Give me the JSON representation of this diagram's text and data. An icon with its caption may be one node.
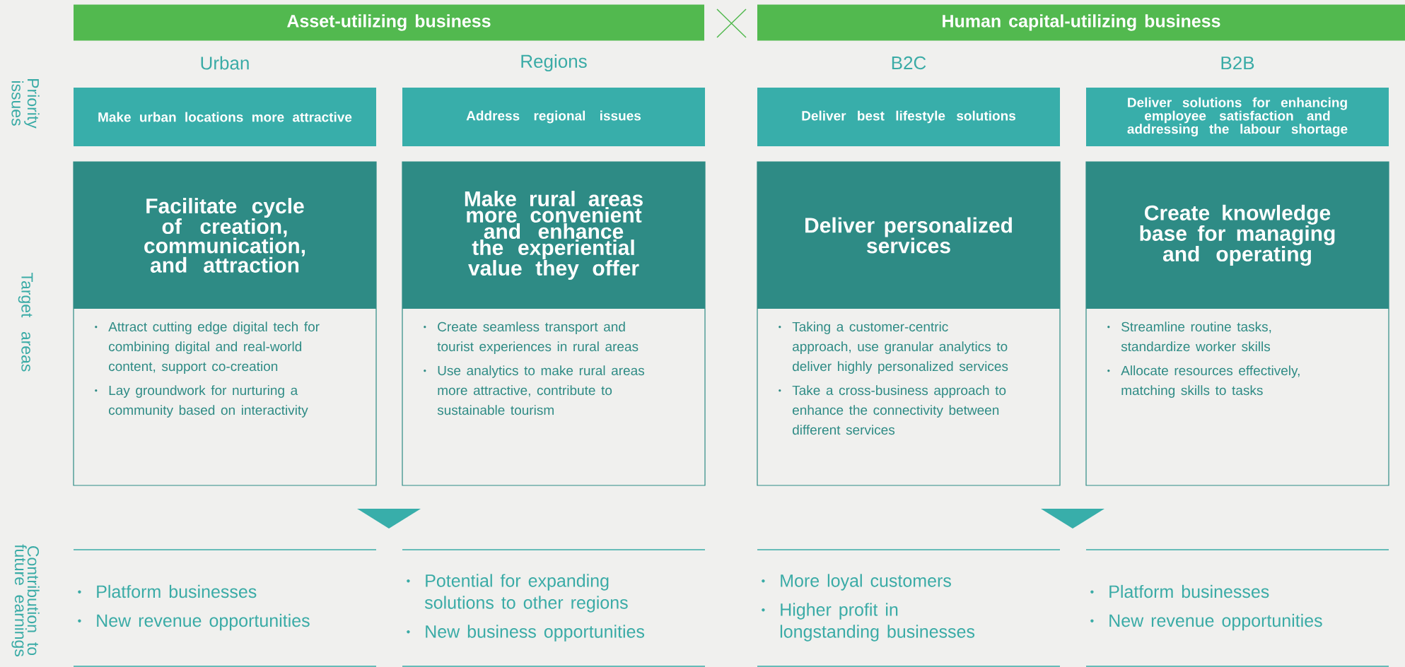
{
  "diagram": {
    "nodes": [
      {
        "text": [
          "Asset-utilizing business"
        ]
      },
      {
        "text": [
          "Human capital-utilizing business"
        ]
      },
      {
        "text": [
          "Make urban locations more attractive"
        ]
      },
      {
        "text": [
          "Address regional issues"
        ]
      },
      {
        "text": [
          "Deliver best lifestyle solutions"
        ]
      },
      {
        "text": [
          "Deliver solutions for enhancing employee satisfaction and addressing the labour shortage"
        ]
      },
      {
        "text": [
          "Facilitate cycle of creation, communication, and attraction",
          "Attract cutting edge digital tech for combining digital and real-world content, support co-creation",
          "Lay groundwork for nurturing a community based on interactivity"
        ]
      },
      {
        "text": [
          "Make rural areas more convenient and enhance the experiential value they offer",
          "Create seamless transport and tourist experiences in rural areas",
          "Use analytics to make rural areas more attractive, contribute to sustainable tourism"
        ]
      },
      {
        "text": [
          "Deliver personalized services",
          "Taking a customer-centric approach, use granular analytics to deliver highly personalized services",
          "Take a cross-business approach to enhance the connectivity between different services"
        ]
      },
      {
        "text": [
          "Create knowledge base for managing and operating",
          "Streamline routine tasks, standardize worker skills",
          "Allocate resources effectively, matching skills to tasks"
        ]
      },
      {
        "text": [
          "Platform businesses",
          "New revenue opportunities"
        ]
      },
      {
        "text": [
          "Potential for expanding solutions to other regions",
          "New business opportunities"
        ]
      },
      {
        "text": [
          "More loyal customers",
          "Higher profit in longstanding businesses"
        ]
      },
      {
        "text": [
          "Platform businesses",
          "New revenue opportunities"
        ]
      }
    ],
    "labels": [
      "Urban",
      "Regions",
      "B2C",
      "B2B",
      "Priority issues",
      "Target areas",
      "Contribution to future earnings"
    ]
  }
}
